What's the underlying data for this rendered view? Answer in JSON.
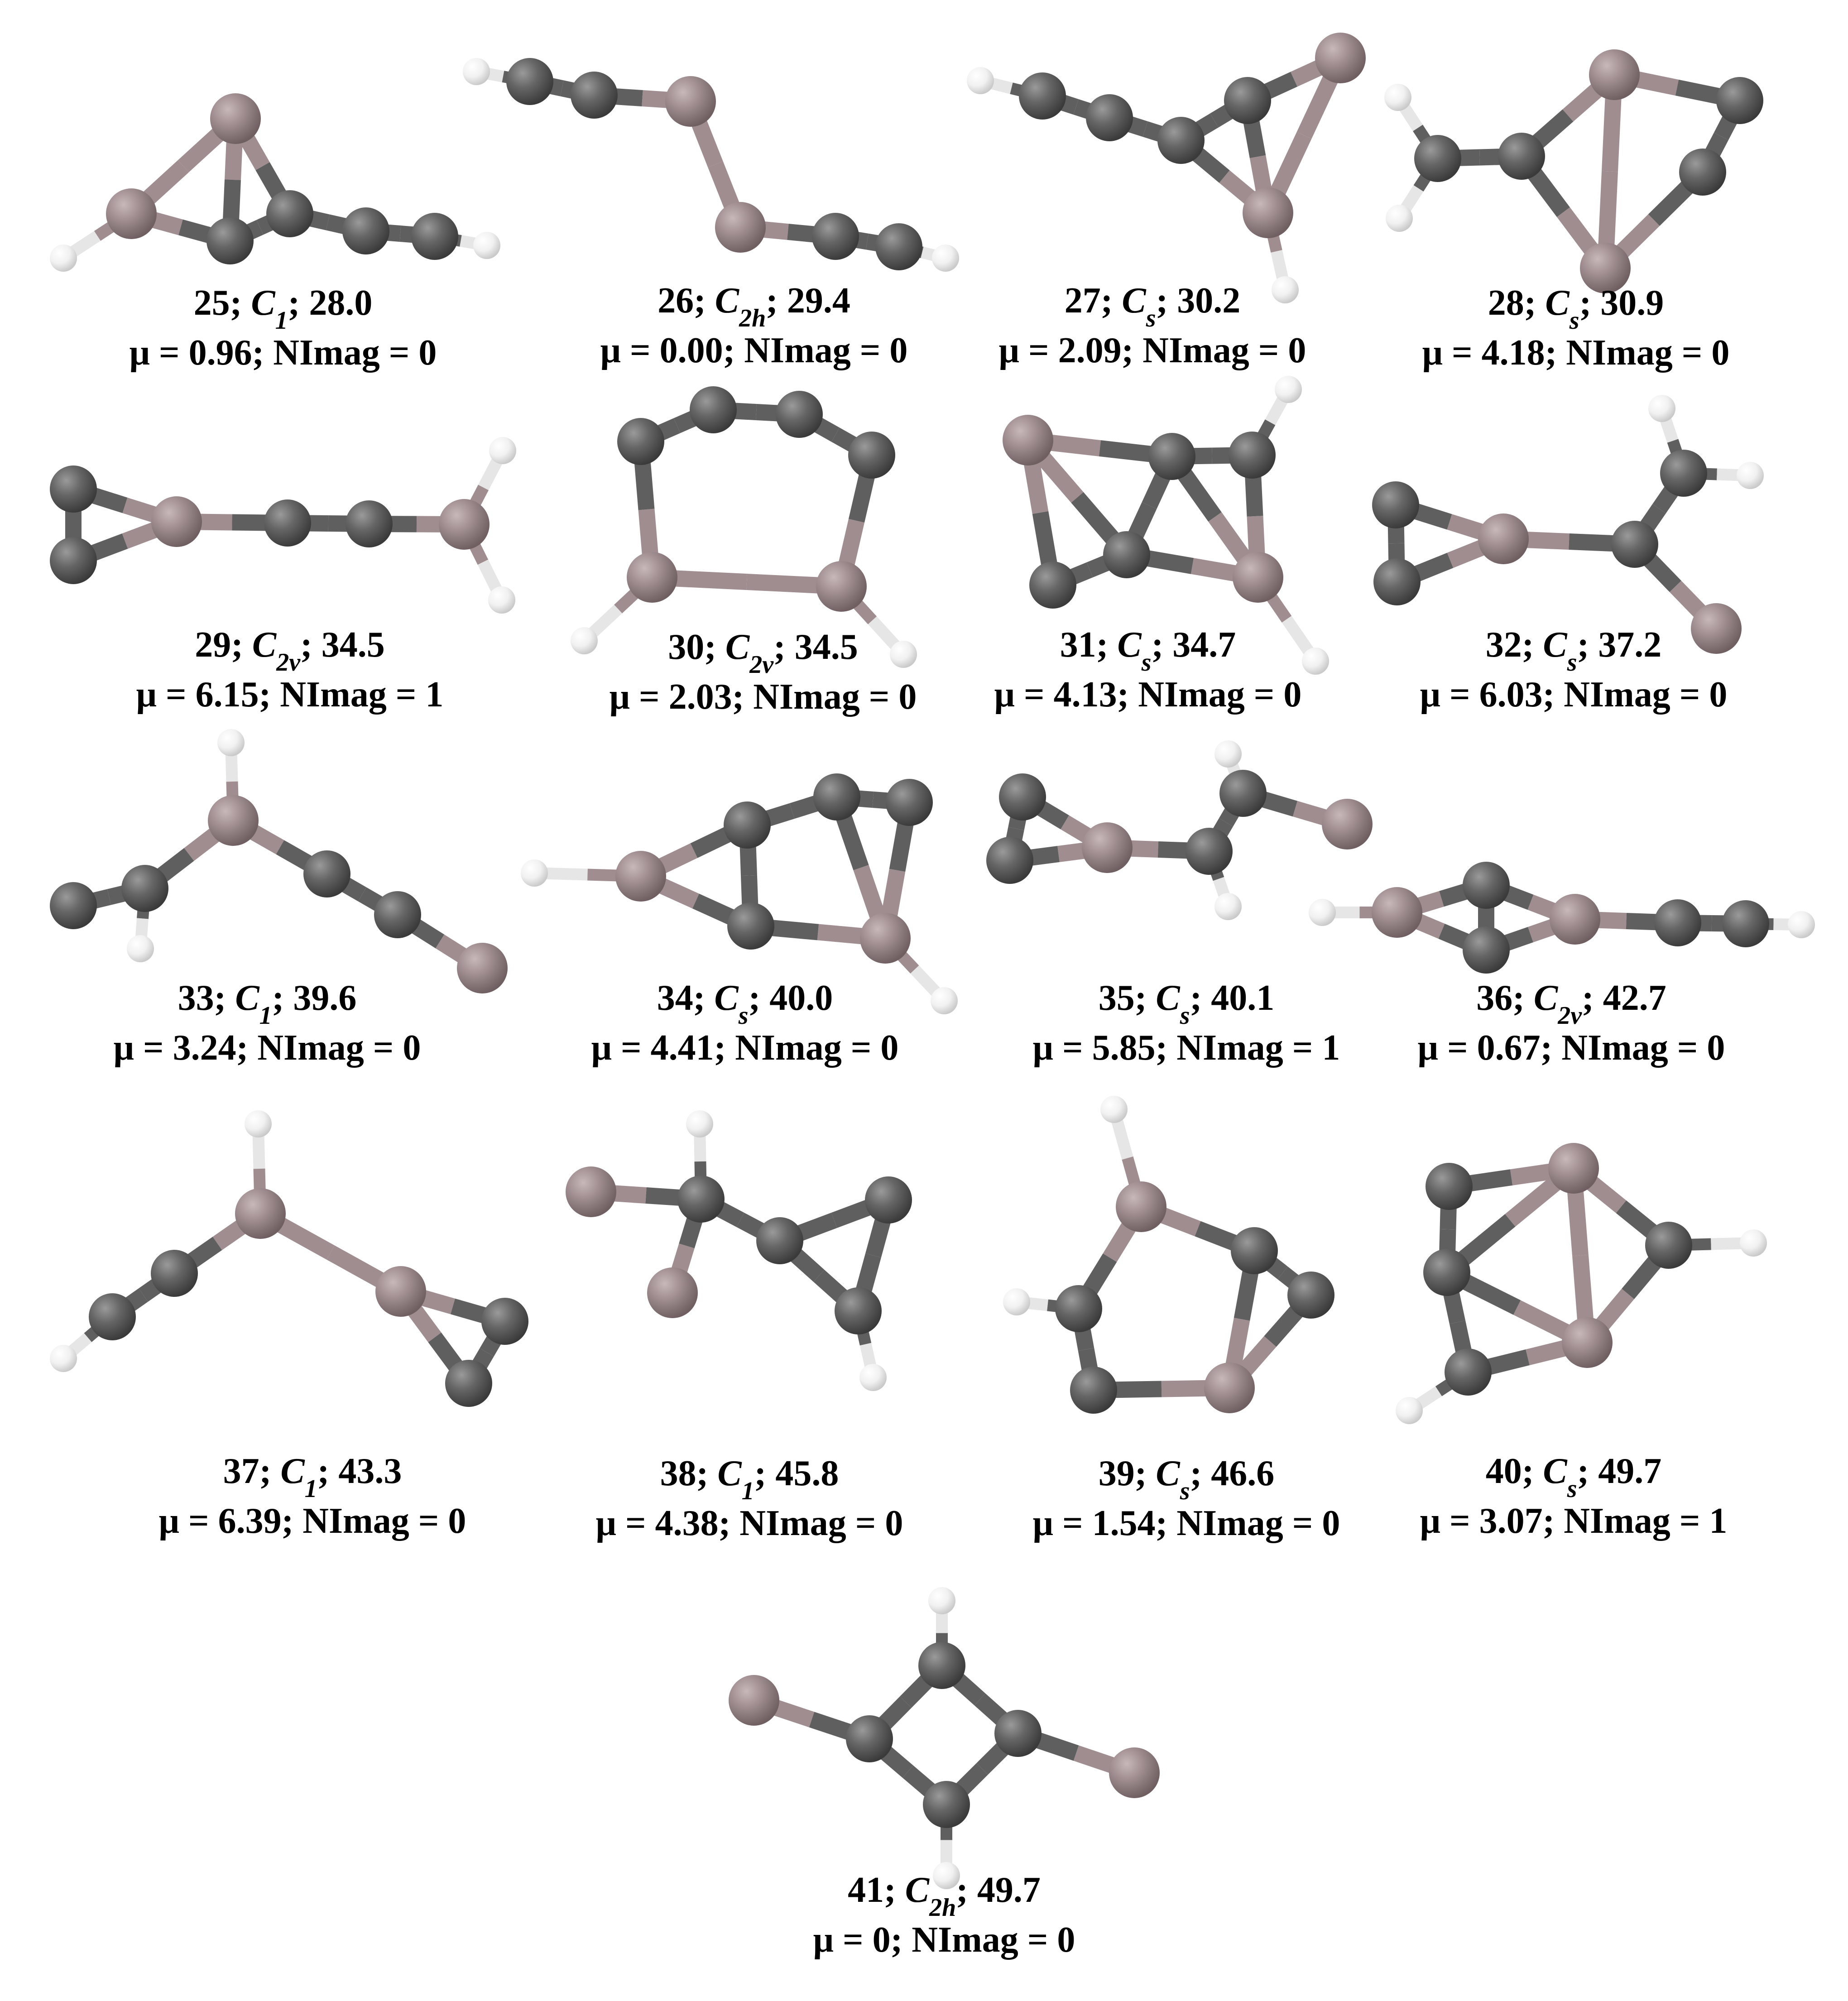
{
  "colors": {
    "carbon": "#5f5f5f",
    "boron": "#9f8d8f",
    "hydrogen": "#f0f0f0",
    "label": "#000000"
  },
  "structures": [
    {
      "id": "25",
      "sym_base": "C",
      "sym_sub": "1",
      "energy": "28.0",
      "mu": "0.96",
      "nimag": "0",
      "atoms": [
        [
          "B",
          520,
          262
        ],
        [
          "B",
          290,
          472
        ],
        [
          "C",
          508,
          532
        ],
        [
          "C",
          640,
          472
        ],
        [
          "C",
          808,
          510
        ],
        [
          "C",
          960,
          522
        ],
        [
          "H",
          1075,
          542
        ],
        [
          "H",
          140,
          570
        ]
      ],
      "bonds": [
        [
          0,
          1
        ],
        [
          0,
          2
        ],
        [
          0,
          3
        ],
        [
          1,
          2
        ],
        [
          2,
          3
        ],
        [
          3,
          4
        ],
        [
          4,
          5
        ],
        [
          5,
          6
        ],
        [
          1,
          7
        ]
      ]
    },
    {
      "id": "26",
      "sym_base": "C",
      "sym_sub": "2h",
      "energy": "29.4",
      "mu": "0.00",
      "nimag": "0",
      "atoms": [
        [
          "H",
          1052,
          158
        ],
        [
          "C",
          1170,
          180
        ],
        [
          "C",
          1312,
          210
        ],
        [
          "B",
          1525,
          224
        ],
        [
          "B",
          1635,
          502
        ],
        [
          "C",
          1845,
          522
        ],
        [
          "C",
          1985,
          545
        ],
        [
          "H",
          2088,
          570
        ]
      ],
      "bonds": [
        [
          0,
          1
        ],
        [
          1,
          2
        ],
        [
          2,
          3
        ],
        [
          3,
          4
        ],
        [
          4,
          5
        ],
        [
          5,
          6
        ],
        [
          6,
          7
        ]
      ]
    },
    {
      "id": "27",
      "sym_base": "C",
      "sym_sub": "s",
      "energy": "30.2",
      "mu": "2.09",
      "nimag": "0",
      "atoms": [
        [
          "H",
          2165,
          178
        ],
        [
          "C",
          2302,
          212
        ],
        [
          "C",
          2450,
          260
        ],
        [
          "C",
          2608,
          310
        ],
        [
          "C",
          2755,
          222
        ],
        [
          "B",
          2960,
          128
        ],
        [
          "B",
          2800,
          470
        ],
        [
          "H",
          2838,
          640
        ]
      ],
      "bonds": [
        [
          0,
          1
        ],
        [
          1,
          2
        ],
        [
          2,
          3
        ],
        [
          3,
          4
        ],
        [
          3,
          6
        ],
        [
          4,
          6
        ],
        [
          4,
          5
        ],
        [
          5,
          6
        ],
        [
          6,
          7
        ]
      ]
    },
    {
      "id": "28",
      "sym_base": "C",
      "sym_sub": "s",
      "energy": "30.9",
      "mu": "4.18",
      "nimag": "0",
      "atoms": [
        [
          "B",
          3565,
          165
        ],
        [
          "B",
          3545,
          592
        ],
        [
          "C",
          3360,
          345
        ],
        [
          "C",
          3760,
          380
        ],
        [
          "C",
          3842,
          222
        ],
        [
          "C",
          3175,
          350
        ],
        [
          "H",
          3087,
          215
        ],
        [
          "H",
          3090,
          482
        ]
      ],
      "bonds": [
        [
          0,
          1
        ],
        [
          0,
          2
        ],
        [
          0,
          4
        ],
        [
          4,
          3
        ],
        [
          3,
          1
        ],
        [
          1,
          2
        ],
        [
          2,
          5
        ],
        [
          5,
          6
        ],
        [
          5,
          7
        ]
      ]
    },
    {
      "id": "29",
      "sym_base": "C",
      "sym_sub": "2v",
      "energy": "34.5",
      "mu": "6.15",
      "nimag": "1",
      "atoms": [
        [
          "C",
          162,
          1080
        ],
        [
          "C",
          162,
          1238
        ],
        [
          "B",
          390,
          1152
        ],
        [
          "C",
          635,
          1155
        ],
        [
          "C",
          815,
          1157
        ],
        [
          "B",
          1025,
          1158
        ],
        [
          "H",
          1110,
          995
        ],
        [
          "H",
          1108,
          1325
        ]
      ],
      "bonds": [
        [
          0,
          1
        ],
        [
          0,
          2
        ],
        [
          1,
          2
        ],
        [
          2,
          3
        ],
        [
          3,
          4
        ],
        [
          4,
          5
        ],
        [
          5,
          6
        ],
        [
          5,
          7
        ]
      ]
    },
    {
      "id": "30",
      "sym_base": "C",
      "sym_sub": "2v",
      "energy": "34.5",
      "mu": "2.03",
      "nimag": "0",
      "atoms": [
        [
          "B",
          1440,
          1275
        ],
        [
          "B",
          1858,
          1295
        ],
        [
          "C",
          1415,
          975
        ],
        [
          "C",
          1575,
          905
        ],
        [
          "C",
          1765,
          915
        ],
        [
          "C",
          1925,
          1005
        ],
        [
          "H",
          1290,
          1415
        ],
        [
          "H",
          1995,
          1445
        ]
      ],
      "bonds": [
        [
          0,
          1
        ],
        [
          0,
          2
        ],
        [
          2,
          3
        ],
        [
          3,
          4
        ],
        [
          4,
          5
        ],
        [
          5,
          1
        ],
        [
          0,
          6
        ],
        [
          1,
          7
        ]
      ]
    },
    {
      "id": "31",
      "sym_base": "C",
      "sym_sub": "s",
      "energy": "34.7",
      "mu": "4.13",
      "nimag": "0",
      "atoms": [
        [
          "B",
          2270,
          972
        ],
        [
          "C",
          2325,
          1292
        ],
        [
          "C",
          2488,
          1225
        ],
        [
          "C",
          2588,
          1008
        ],
        [
          "C",
          2765,
          1005
        ],
        [
          "B",
          2778,
          1275
        ],
        [
          "H",
          2845,
          860
        ],
        [
          "H",
          2905,
          1460
        ]
      ],
      "bonds": [
        [
          0,
          1
        ],
        [
          0,
          2
        ],
        [
          0,
          3
        ],
        [
          1,
          2
        ],
        [
          2,
          3
        ],
        [
          3,
          4
        ],
        [
          4,
          5
        ],
        [
          3,
          5
        ],
        [
          2,
          5
        ],
        [
          4,
          6
        ],
        [
          5,
          7
        ]
      ]
    },
    {
      "id": "32",
      "sym_base": "C",
      "sym_sub": "s",
      "energy": "37.2",
      "mu": "6.03",
      "nimag": "0",
      "atoms": [
        [
          "C",
          3082,
          1115
        ],
        [
          "C",
          3085,
          1285
        ],
        [
          "B",
          3320,
          1190
        ],
        [
          "C",
          3610,
          1202
        ],
        [
          "C",
          3718,
          1045
        ],
        [
          "H",
          3670,
          902
        ],
        [
          "H",
          3865,
          1050
        ],
        [
          "B",
          3790,
          1388
        ]
      ],
      "bonds": [
        [
          0,
          1
        ],
        [
          0,
          2
        ],
        [
          1,
          2
        ],
        [
          2,
          3
        ],
        [
          3,
          4
        ],
        [
          4,
          5
        ],
        [
          4,
          6
        ],
        [
          3,
          7
        ]
      ]
    },
    {
      "id": "33",
      "sym_base": "C",
      "sym_sub": "1",
      "energy": "39.6",
      "mu": "3.24",
      "nimag": "0",
      "atoms": [
        [
          "H",
          510,
          1640
        ],
        [
          "B",
          515,
          1812
        ],
        [
          "C",
          320,
          1962
        ],
        [
          "C",
          162,
          2000
        ],
        [
          "H",
          310,
          2095
        ],
        [
          "C",
          722,
          1930
        ],
        [
          "C",
          878,
          2020
        ],
        [
          "B",
          1065,
          2138
        ]
      ],
      "bonds": [
        [
          0,
          1
        ],
        [
          1,
          2
        ],
        [
          2,
          3
        ],
        [
          2,
          4
        ],
        [
          1,
          5
        ],
        [
          5,
          6
        ],
        [
          6,
          7
        ]
      ]
    },
    {
      "id": "34",
      "sym_base": "C",
      "sym_sub": "s",
      "energy": "40.0",
      "mu": "4.41",
      "nimag": "0",
      "atoms": [
        [
          "H",
          1180,
          1928
        ],
        [
          "B",
          1415,
          1935
        ],
        [
          "C",
          1650,
          1822
        ],
        [
          "C",
          1658,
          2045
        ],
        [
          "C",
          1848,
          1760
        ],
        [
          "C",
          2008,
          1772
        ],
        [
          "B",
          1955,
          2072
        ],
        [
          "H",
          2085,
          2210
        ]
      ],
      "bonds": [
        [
          0,
          1
        ],
        [
          1,
          2
        ],
        [
          1,
          3
        ],
        [
          2,
          3
        ],
        [
          2,
          4
        ],
        [
          3,
          6
        ],
        [
          4,
          5
        ],
        [
          4,
          6
        ],
        [
          5,
          6
        ],
        [
          6,
          7
        ]
      ]
    },
    {
      "id": "35",
      "sym_base": "C",
      "sym_sub": "s",
      "energy": "40.1",
      "mu": "5.85",
      "nimag": "1",
      "atoms": [
        [
          "C",
          2258,
          1760
        ],
        [
          "C",
          2230,
          1900
        ],
        [
          "B",
          2445,
          1872
        ],
        [
          "C",
          2670,
          1880
        ],
        [
          "C",
          2745,
          1752
        ],
        [
          "H",
          2712,
          1665
        ],
        [
          "B",
          2975,
          1820
        ],
        [
          "H",
          2712,
          2002
        ]
      ],
      "bonds": [
        [
          0,
          1
        ],
        [
          0,
          2
        ],
        [
          1,
          2
        ],
        [
          2,
          3
        ],
        [
          3,
          4
        ],
        [
          4,
          5
        ],
        [
          4,
          6
        ],
        [
          3,
          7
        ]
      ]
    },
    {
      "id": "36",
      "sym_base": "C",
      "sym_sub": "2v",
      "energy": "42.7",
      "mu": "0.67",
      "nimag": "0",
      "atoms": [
        [
          "H",
          2920,
          2015
        ],
        [
          "B",
          3085,
          2015
        ],
        [
          "C",
          3282,
          1955
        ],
        [
          "C",
          3282,
          2098
        ],
        [
          "B",
          3478,
          2030
        ],
        [
          "C",
          3705,
          2038
        ],
        [
          "C",
          3855,
          2040
        ],
        [
          "H",
          3978,
          2042
        ]
      ],
      "bonds": [
        [
          0,
          1
        ],
        [
          1,
          2
        ],
        [
          1,
          3
        ],
        [
          2,
          3
        ],
        [
          2,
          4
        ],
        [
          3,
          4
        ],
        [
          4,
          5
        ],
        [
          5,
          6
        ],
        [
          6,
          7
        ]
      ]
    },
    {
      "id": "37",
      "sym_base": "C",
      "sym_sub": "1",
      "energy": "43.3",
      "mu": "6.39",
      "nimag": "0",
      "atoms": [
        [
          "H",
          570,
          2482
        ],
        [
          "B",
          575,
          2680
        ],
        [
          "C",
          385,
          2812
        ],
        [
          "C",
          248,
          2908
        ],
        [
          "H",
          140,
          3000
        ],
        [
          "B",
          885,
          2852
        ],
        [
          "C",
          1115,
          2918
        ],
        [
          "C",
          1035,
          3055
        ]
      ],
      "bonds": [
        [
          0,
          1
        ],
        [
          1,
          2
        ],
        [
          2,
          3
        ],
        [
          3,
          4
        ],
        [
          1,
          5
        ],
        [
          5,
          6
        ],
        [
          5,
          7
        ],
        [
          6,
          7
        ]
      ]
    },
    {
      "id": "38",
      "sym_base": "C",
      "sym_sub": "1",
      "energy": "45.8",
      "mu": "4.38",
      "nimag": "0",
      "atoms": [
        [
          "H",
          1545,
          2482
        ],
        [
          "C",
          1548,
          2648
        ],
        [
          "B",
          1305,
          2632
        ],
        [
          "B",
          1485,
          2855
        ],
        [
          "C",
          1722,
          2740
        ],
        [
          "C",
          1962,
          2650
        ],
        [
          "C",
          1895,
          2895
        ],
        [
          "H",
          1928,
          3042
        ]
      ],
      "bonds": [
        [
          0,
          1
        ],
        [
          1,
          2
        ],
        [
          1,
          3
        ],
        [
          1,
          4
        ],
        [
          4,
          5
        ],
        [
          4,
          6
        ],
        [
          5,
          6
        ],
        [
          6,
          7
        ]
      ]
    },
    {
      "id": "39",
      "sym_base": "C",
      "sym_sub": "s",
      "energy": "46.6",
      "mu": "1.54",
      "nimag": "0",
      "atoms": [
        [
          "H",
          2460,
          2450
        ],
        [
          "B",
          2520,
          2665
        ],
        [
          "C",
          2770,
          2762
        ],
        [
          "C",
          2895,
          2860
        ],
        [
          "B",
          2715,
          3065
        ],
        [
          "C",
          2415,
          3070
        ],
        [
          "C",
          2382,
          2890
        ],
        [
          "H",
          2245,
          2875
        ]
      ],
      "bonds": [
        [
          0,
          1
        ],
        [
          1,
          2
        ],
        [
          2,
          3
        ],
        [
          3,
          4
        ],
        [
          2,
          4
        ],
        [
          4,
          5
        ],
        [
          5,
          6
        ],
        [
          6,
          1
        ],
        [
          6,
          7
        ]
      ]
    },
    {
      "id": "40",
      "sym_base": "C",
      "sym_sub": "s",
      "energy": "49.7",
      "mu": "3.07",
      "nimag": "1",
      "atoms": [
        [
          "B",
          3475,
          2580
        ],
        [
          "B",
          3505,
          2965
        ],
        [
          "C",
          3200,
          2620
        ],
        [
          "C",
          3195,
          2810
        ],
        [
          "C",
          3242,
          3030
        ],
        [
          "C",
          3685,
          2750
        ],
        [
          "H",
          3872,
          2745
        ],
        [
          "H",
          3112,
          3115
        ]
      ],
      "bonds": [
        [
          0,
          1
        ],
        [
          0,
          2
        ],
        [
          0,
          3
        ],
        [
          0,
          5
        ],
        [
          5,
          1
        ],
        [
          1,
          3
        ],
        [
          1,
          4
        ],
        [
          2,
          3
        ],
        [
          3,
          4
        ],
        [
          5,
          6
        ],
        [
          4,
          7
        ]
      ]
    },
    {
      "id": "41",
      "sym_base": "C",
      "sym_sub": "2h",
      "energy": "49.7",
      "mu": "0",
      "nimag": "0",
      "atoms": [
        [
          "H",
          2080,
          3535
        ],
        [
          "C",
          2080,
          3678
        ],
        [
          "C",
          2248,
          3828
        ],
        [
          "C",
          1920,
          3840
        ],
        [
          "C",
          2090,
          3985
        ],
        [
          "H",
          2090,
          4142
        ],
        [
          "B",
          1665,
          3755
        ],
        [
          "B",
          2505,
          3915
        ]
      ],
      "bonds": [
        [
          0,
          1
        ],
        [
          1,
          2
        ],
        [
          2,
          4
        ],
        [
          4,
          3
        ],
        [
          3,
          1
        ],
        [
          4,
          5
        ],
        [
          3,
          6
        ],
        [
          2,
          7
        ]
      ]
    }
  ]
}
